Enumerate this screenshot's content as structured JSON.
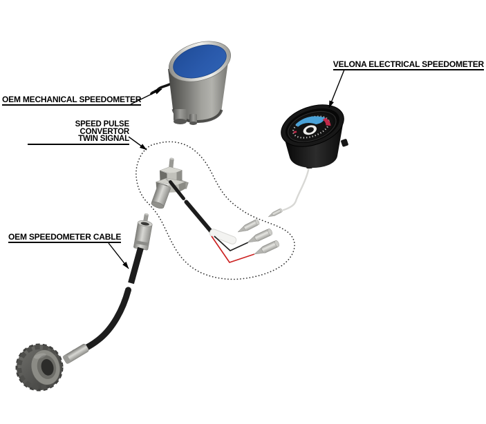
{
  "labels": {
    "mechanical": "OEM MECHANICAL SPEEDOMETER",
    "convertor_line1": "SPEED PULSE CONVERTOR",
    "convertor_line2": "TWIN SIGNAL",
    "electrical": "VELONA ELECTRICAL SPEEDOMETER",
    "cable": "OEM SPEEDOMETER CABLE"
  },
  "colors": {
    "background": "#ffffff",
    "label_text": "#000000",
    "leader_line": "#000000",
    "boundary_dots": "#2b2b2b",
    "mechanical_face_blue": "#2a58a8",
    "dial_accent_blue": "#4aa2d8",
    "dial_accent_red": "#c22a4a",
    "signal_wire_red": "#cc2222",
    "signal_wire_black": "#1f1f1f",
    "signal_wire_white": "#d8d8d5",
    "gauge_body_black": "#141414",
    "metal_gray_light": "#d8d8d4",
    "metal_gray_dark": "#5f5f5d"
  }
}
